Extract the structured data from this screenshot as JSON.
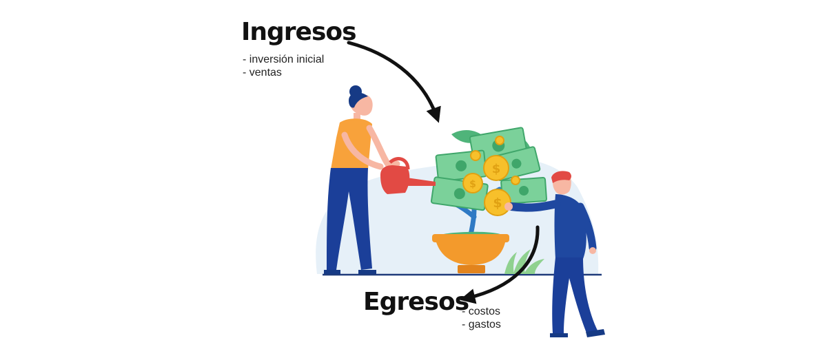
{
  "ingresos": {
    "title": "Ingresos",
    "items": [
      "- inversión inicial",
      "- ventas"
    ]
  },
  "egresos": {
    "title": "Egresos",
    "items": [
      "- costos",
      "- gastos"
    ]
  },
  "colors": {
    "arrow": "#111111",
    "backdrop": "#e6f0f8",
    "bill": "#7bd19a",
    "bill_dark": "#3fa66a",
    "coin": "#f7c02b",
    "pot": "#f39a2c",
    "stem": "#2f7ac4",
    "woman_shirt": "#f8a23b",
    "man_suit": "#1f48a0",
    "pants": "#1b3f99",
    "hair": "#163a85",
    "skin": "#f7b7a3",
    "can": "#e24a44",
    "ground": "#1e3a7a"
  }
}
